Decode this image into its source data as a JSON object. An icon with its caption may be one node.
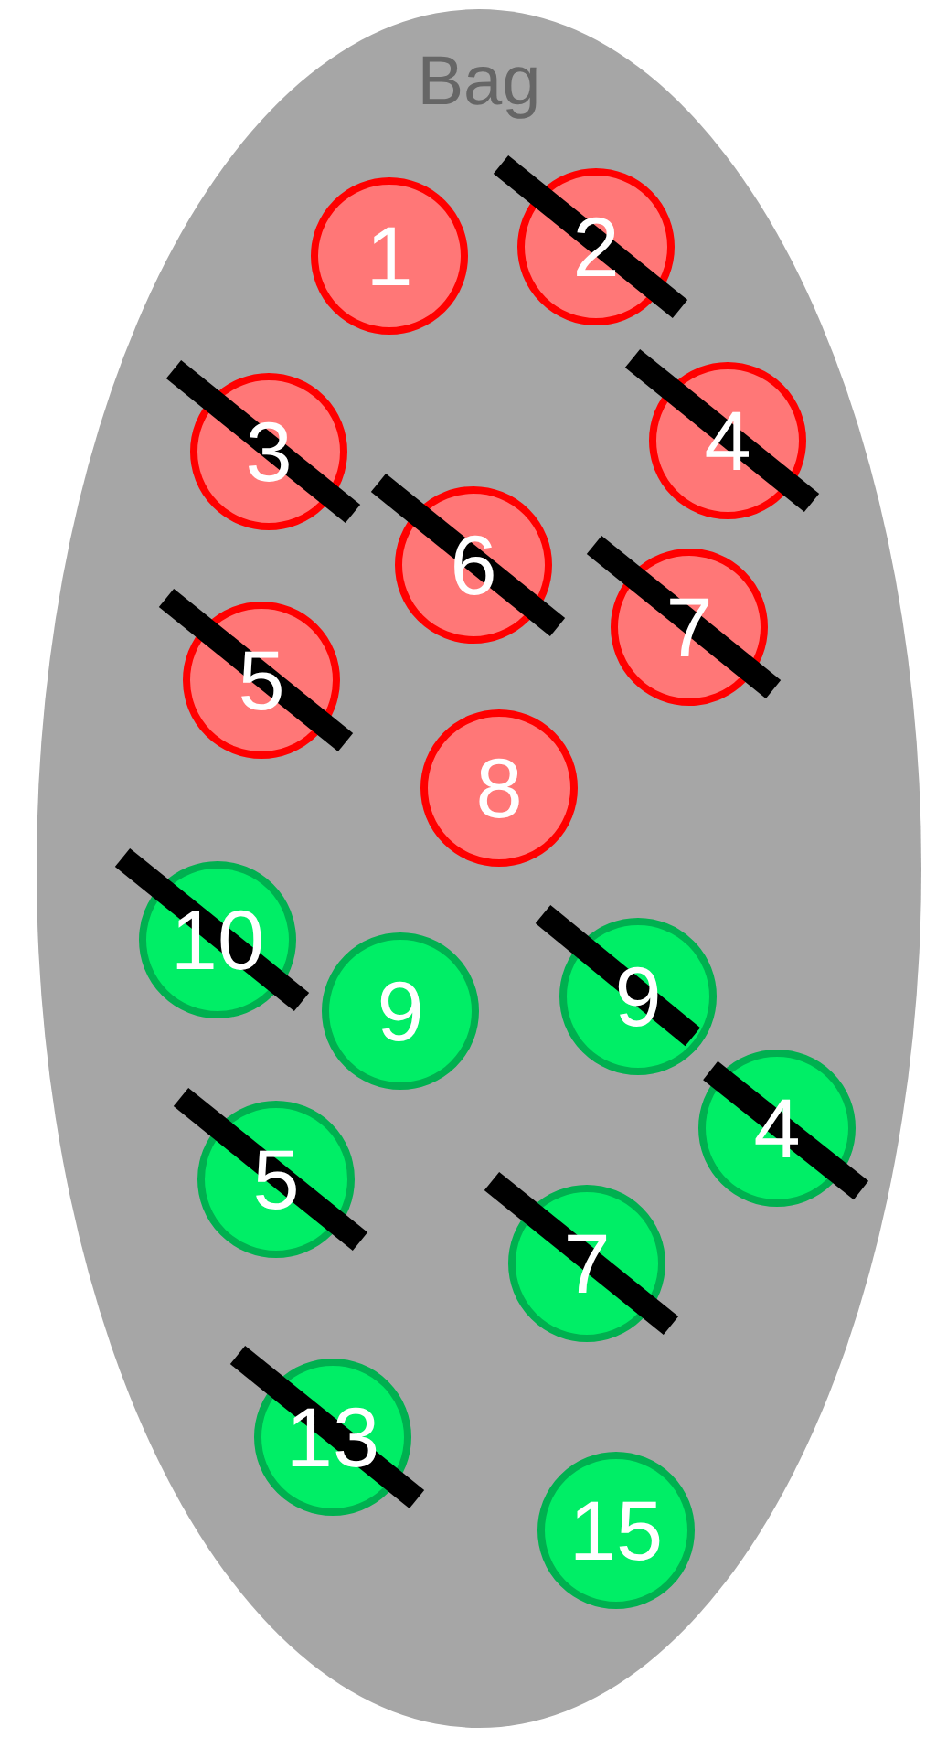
{
  "diagram": {
    "nodes": [
      {
        "text": [
          "Bag"
        ]
      },
      {
        "text": [
          "1"
        ],
        "in": 0
      },
      {
        "text": [
          "2"
        ],
        "in": 0
      },
      {
        "text": [
          "3"
        ],
        "in": 0
      },
      {
        "text": [
          "4"
        ],
        "in": 0
      },
      {
        "text": [
          "6"
        ],
        "in": 0
      },
      {
        "text": [
          "7"
        ],
        "in": 0
      },
      {
        "text": [
          "5"
        ],
        "in": 0
      },
      {
        "text": [
          "8"
        ],
        "in": 0
      },
      {
        "text": [
          "10"
        ],
        "in": 0
      },
      {
        "text": [
          "9"
        ],
        "in": 0
      },
      {
        "text": [
          "9"
        ],
        "in": 0
      },
      {
        "text": [
          "4"
        ],
        "in": 0
      },
      {
        "text": [
          "5"
        ],
        "in": 0
      },
      {
        "text": [
          "7"
        ],
        "in": 0
      },
      {
        "text": [
          "13"
        ],
        "in": 0
      },
      {
        "text": [
          "15"
        ],
        "in": 0
      }
    ]
  }
}
